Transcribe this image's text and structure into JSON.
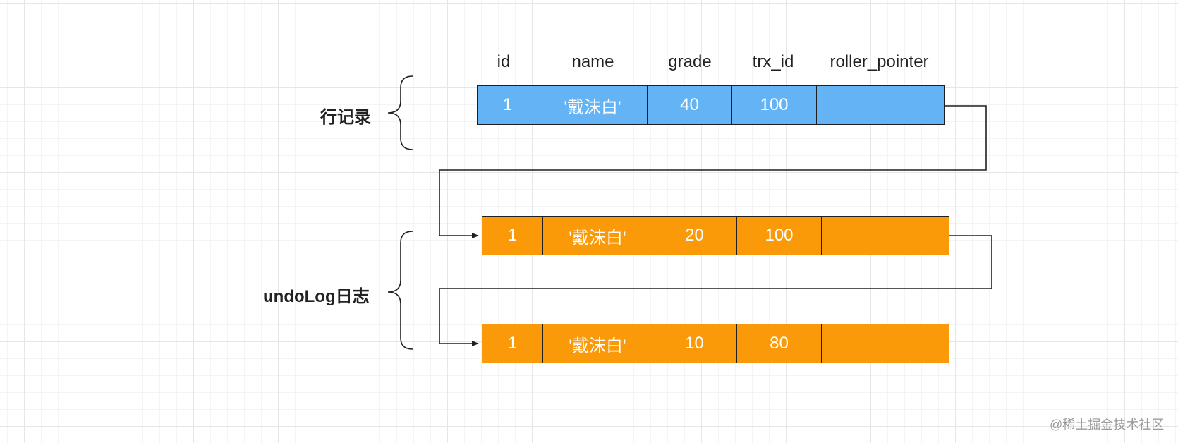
{
  "headers": [
    "id",
    "name",
    "grade",
    "trx_id",
    "roller_pointer"
  ],
  "row_record_label": "行记录",
  "undo_log_label": "undoLog日志",
  "rows": [
    {
      "style": "blue",
      "cells": [
        "1",
        "'戴沫白'",
        "40",
        "100",
        ""
      ]
    },
    {
      "style": "orange",
      "cells": [
        "1",
        "'戴沫白'",
        "20",
        "100",
        ""
      ]
    },
    {
      "style": "orange",
      "cells": [
        "1",
        "'戴沫白'",
        "10",
        "80",
        ""
      ]
    }
  ],
  "colors": {
    "current_row": "#63b3f5",
    "undo_row": "#fa9a09",
    "line": "#1f1f1f"
  },
  "watermark": "@稀土掘金技术社区"
}
